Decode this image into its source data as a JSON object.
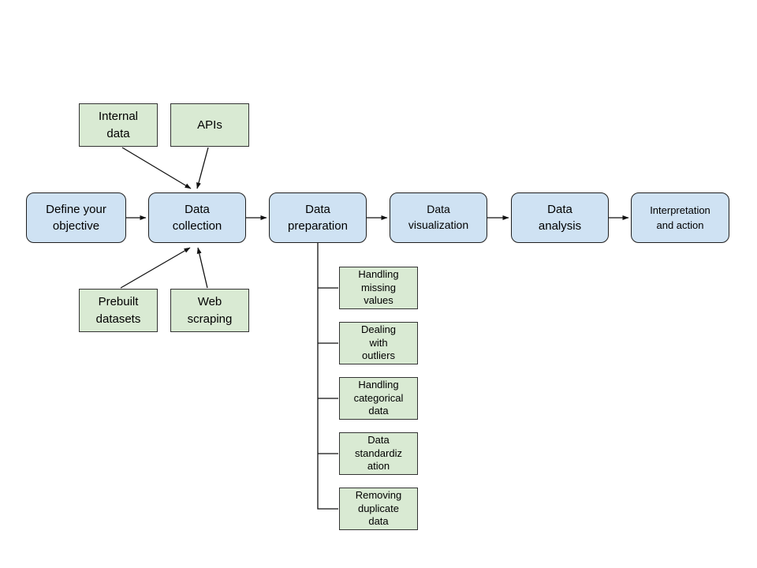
{
  "diagram": {
    "background_color": "#ffffff",
    "colors": {
      "stage_fill": "#cfe2f3",
      "stage_border": "#1f1f1f",
      "aux_fill": "#d9ead3",
      "aux_border": "#333333",
      "line": "#111111",
      "text": "#000000"
    },
    "stages": [
      {
        "label": "Define your\nobjective"
      },
      {
        "label": "Data\ncollection"
      },
      {
        "label": "Data\npreparation"
      },
      {
        "label": "Data\nvisualization"
      },
      {
        "label": "Data\nanalysis"
      },
      {
        "label": "Interpretation\nand action"
      }
    ],
    "collection_sources": [
      {
        "label": "Internal\ndata"
      },
      {
        "label": "APIs"
      },
      {
        "label": "Prebuilt\ndatasets"
      },
      {
        "label": "Web\nscraping"
      }
    ],
    "preparation_steps": [
      {
        "label": "Handling\nmissing\nvalues"
      },
      {
        "label": "Dealing\nwith\noutliers"
      },
      {
        "label": "Handling\ncategorical\ndata"
      },
      {
        "label": "Data\nstandardiz\nation"
      },
      {
        "label": "Removing\nduplicate\ndata"
      }
    ]
  }
}
